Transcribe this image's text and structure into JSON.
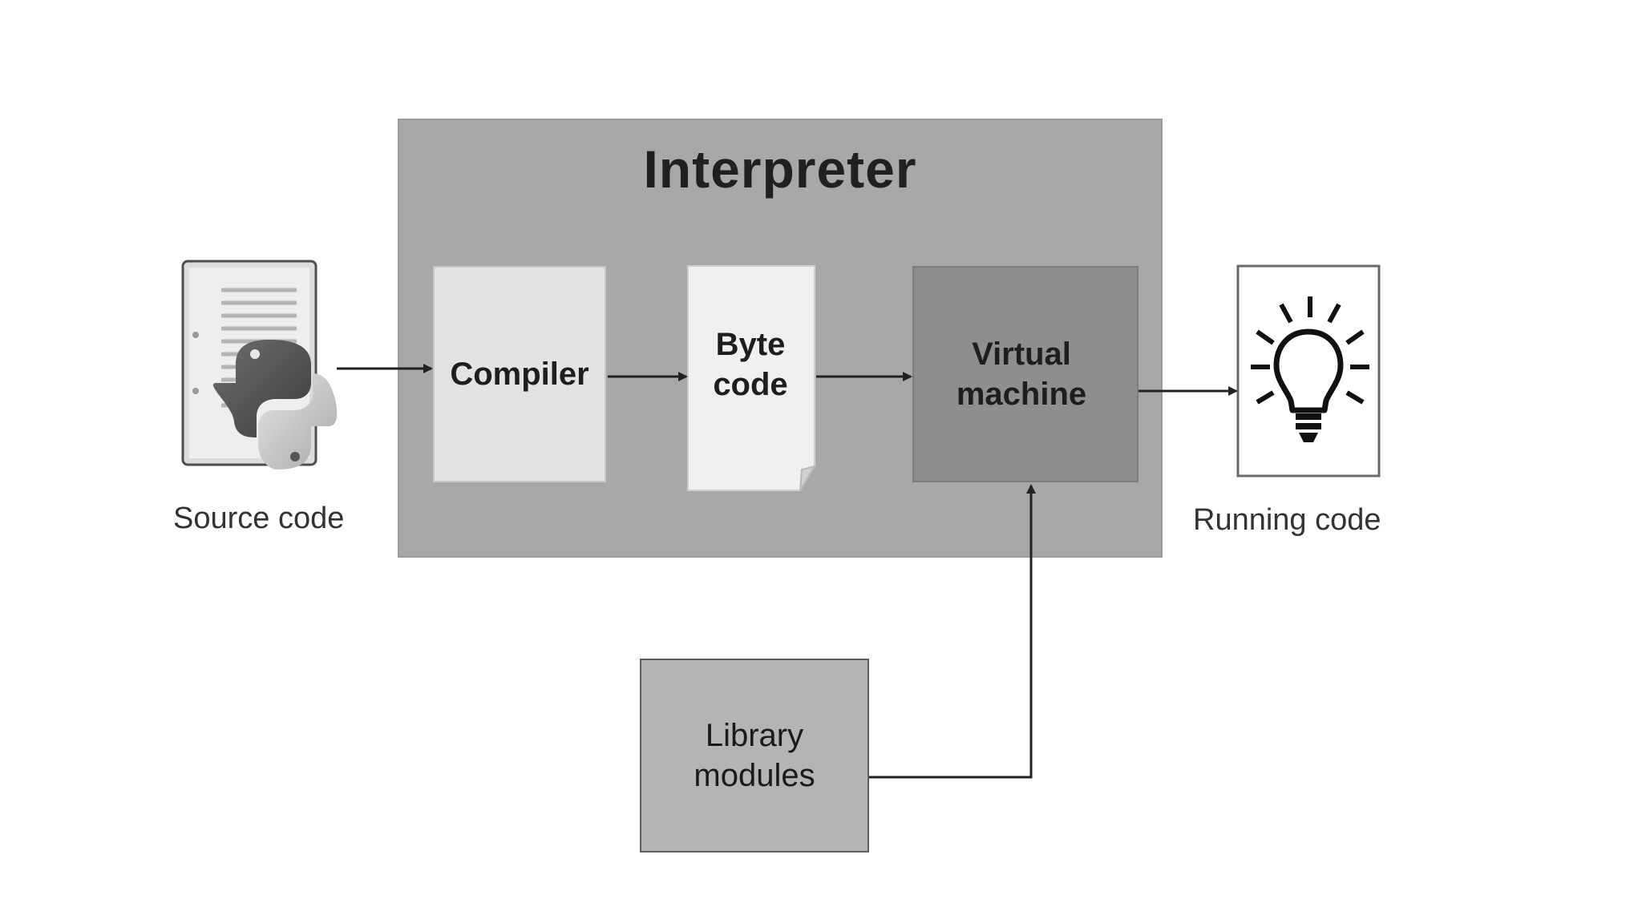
{
  "diagram": {
    "interpreter_title": "Interpreter",
    "compiler_label": "Compiler",
    "bytecode_label": "Byte\ncode",
    "vm_label": "Virtual\nmachine",
    "library_label": "Library\nmodules",
    "source_caption": "Source code",
    "running_caption": "Running code"
  },
  "icons": {
    "source": "python-document-icon",
    "result": "lightbulb-icon"
  },
  "colors": {
    "interpreter_bg": "#a8a8a8",
    "compiler_bg": "#e3e3e3",
    "bytecode_bg": "#f0f0f0",
    "vm_bg": "#8e8e8e",
    "library_bg": "#b4b4b4",
    "arrow": "#222222"
  }
}
